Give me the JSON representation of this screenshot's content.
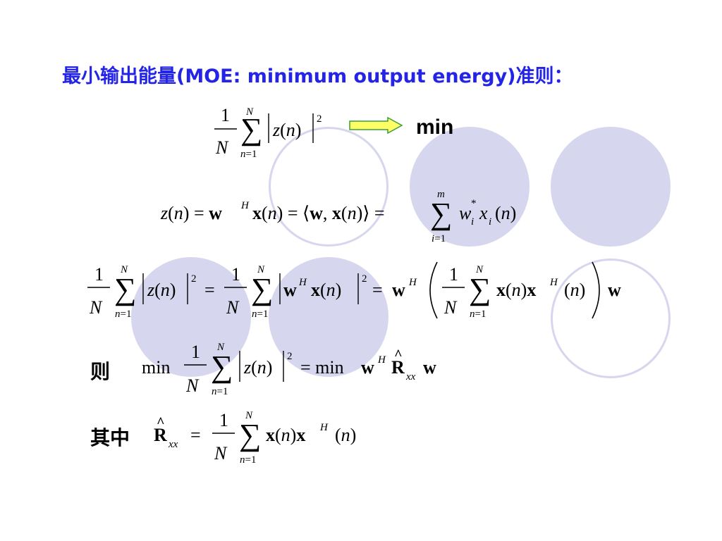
{
  "heading": "最小输出能量(MOE: minimum output energy)准则：",
  "arrow_label": "min",
  "label_then": "则",
  "label_where": "其中",
  "colors": {
    "heading": "#2424e6",
    "circle": "#d6d6ee",
    "arrow_fill": "#ffff66",
    "arrow_stroke": "#3a9e3a"
  }
}
